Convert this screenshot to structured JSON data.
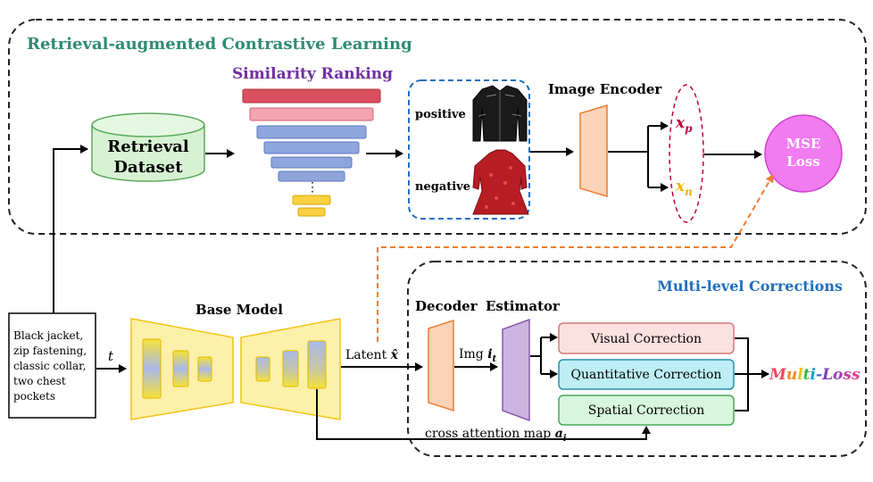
{
  "top_panel": {
    "title": "Retrieval-augmented Contrastive Learning",
    "title_color": "#2e8b73"
  },
  "retrieval": {
    "line1": "Retrieval",
    "line2": "Dataset",
    "fill": "#d7f2d3",
    "stroke": "#5aa85a"
  },
  "ranking": {
    "title": "Similarity Ranking",
    "title_color": "#7030a0",
    "dots": "⋮"
  },
  "samples": {
    "positive": "positive",
    "negative": "negative"
  },
  "image_encoder": {
    "label": "Image Encoder"
  },
  "latents": {
    "xp": "x",
    "xp_sub": "p",
    "xn": "x",
    "xn_sub": "n",
    "xp_color": "#c0003c",
    "xn_color": "#f0b400"
  },
  "mse": {
    "line1": "MSE",
    "line2": "Loss",
    "fill": "#f07cf0"
  },
  "prompt": {
    "lines": [
      "Black jacket,",
      "zip fastening,",
      "classic collar,",
      "two chest",
      "pockets"
    ]
  },
  "t_label": "t",
  "base_model": {
    "label": "Base  Model"
  },
  "latent_label": {
    "text": "Latent ",
    "symbol": "x̂"
  },
  "bottom_panel": {
    "title": "Multi-level Corrections",
    "title_color": "#1f6fc0"
  },
  "decoder": {
    "label": "Decoder"
  },
  "estimator": {
    "label": "Estimator"
  },
  "img_label": {
    "text": "Img ",
    "symbol": "i",
    "sub": "t"
  },
  "corrections": [
    {
      "label": "Visual Correction",
      "fill": "#fde0e0",
      "stroke": "#d47a7a"
    },
    {
      "label": "Quantitative Correction",
      "fill": "#bdeef6",
      "stroke": "#2a8fa8"
    },
    {
      "label": "Spatial Correction",
      "fill": "#d7f7dd",
      "stroke": "#4aa85a"
    }
  ],
  "multi_loss": [
    {
      "ch": "M",
      "color": "#e84a5f"
    },
    {
      "ch": "u",
      "color": "#f08a24"
    },
    {
      "ch": "l",
      "color": "#e6c619"
    },
    {
      "ch": "t",
      "color": "#3cb44b"
    },
    {
      "ch": "i",
      "color": "#00a0c8"
    },
    {
      "ch": "-",
      "color": "#4363d8"
    },
    {
      "ch": "L",
      "color": "#7b3fb8"
    },
    {
      "ch": "o",
      "color": "#9c3fb8"
    },
    {
      "ch": "s",
      "color": "#c03fa0"
    },
    {
      "ch": "s",
      "color": "#e0408a"
    }
  ],
  "attention": {
    "text": "cross attention map ",
    "symbol": "a",
    "sub": "i"
  }
}
